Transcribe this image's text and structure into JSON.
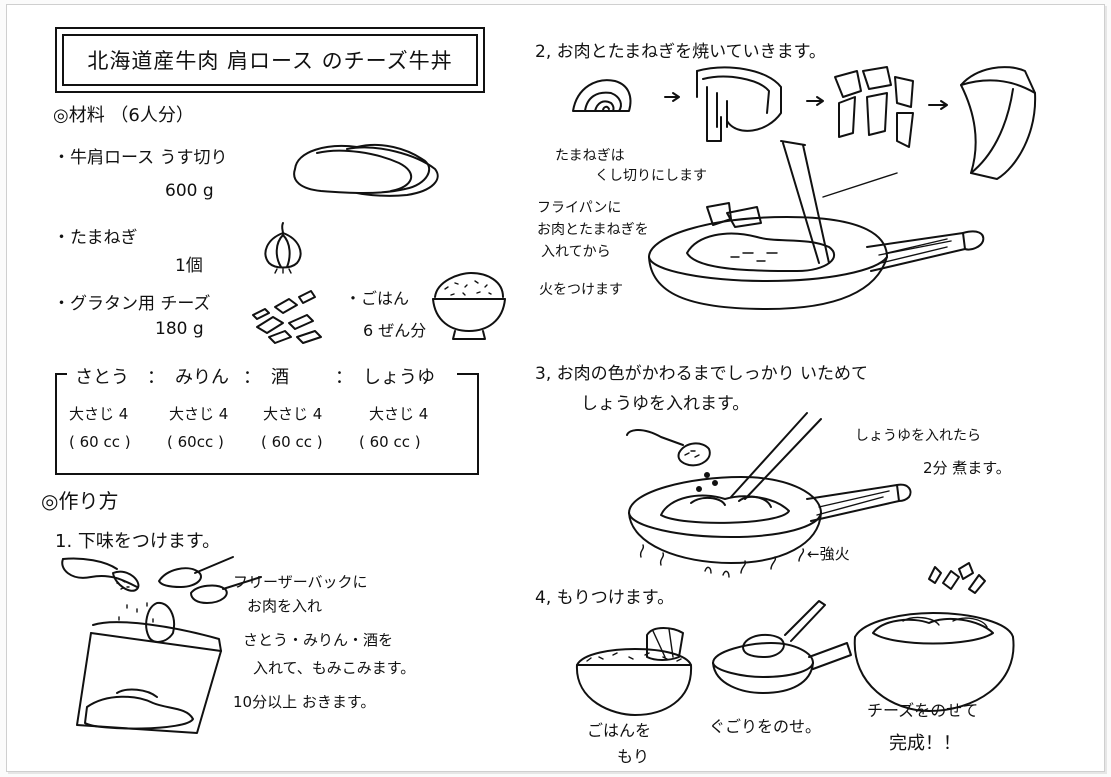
{
  "title": "北海道産牛肉 肩ロース のチーズ牛丼",
  "ingredients": {
    "heading": "◎材料 （6人分）",
    "beef": {
      "name": "・牛肩ロース うす切り",
      "amount": "600 g"
    },
    "onion": {
      "name": "・たまねぎ",
      "amount": "1個"
    },
    "cheese": {
      "name": "・グラタン用 チーズ",
      "amount": "180 g"
    },
    "rice": {
      "name": "・ごはん",
      "amount": "6 ぜん分"
    }
  },
  "seasoning": {
    "header": [
      "さとう",
      "：",
      "みりん",
      "：",
      "酒",
      "：",
      "しょうゆ"
    ],
    "spoons": [
      "大さじ 4",
      "大さじ 4",
      "大さじ 4",
      "大さじ 4"
    ],
    "cc": [
      "( 60 cc )",
      "( 60cc )",
      "( 60 cc )",
      "( 60 cc )"
    ]
  },
  "method": {
    "heading": "◎作り方",
    "step1": {
      "title": "1. 下味をつけます。",
      "line1": "フリーザーバックに",
      "line2": "お肉を入れ",
      "line3": "さとう・みりん・酒を",
      "line4": "入れて、もみこみます。",
      "line5": "10分以上 おきます。"
    },
    "step2": {
      "title": "2, お肉とたまねぎを焼いていきます。",
      "onion_note1": "たまねぎは",
      "onion_note2": "くし切りにします",
      "pan_note1": "フライパンに",
      "pan_note2": "お肉とたまねぎを",
      "pan_note3": "入れてから",
      "pan_note4": "火をつけます"
    },
    "step3": {
      "title1": "3, お肉の色がかわるまでしっかり いためて",
      "title2": "しょうゆを入れます。",
      "note1": "しょうゆを入れたら",
      "note2": "2分 煮ます。",
      "heat": "←強火"
    },
    "step4": {
      "title": "4, もりつけます。",
      "rice1": "ごはんを",
      "rice2": "もり",
      "topping": "ぐごりをのせ。",
      "cheese1": "チーズをのせて",
      "cheese2": "完成！！"
    }
  }
}
